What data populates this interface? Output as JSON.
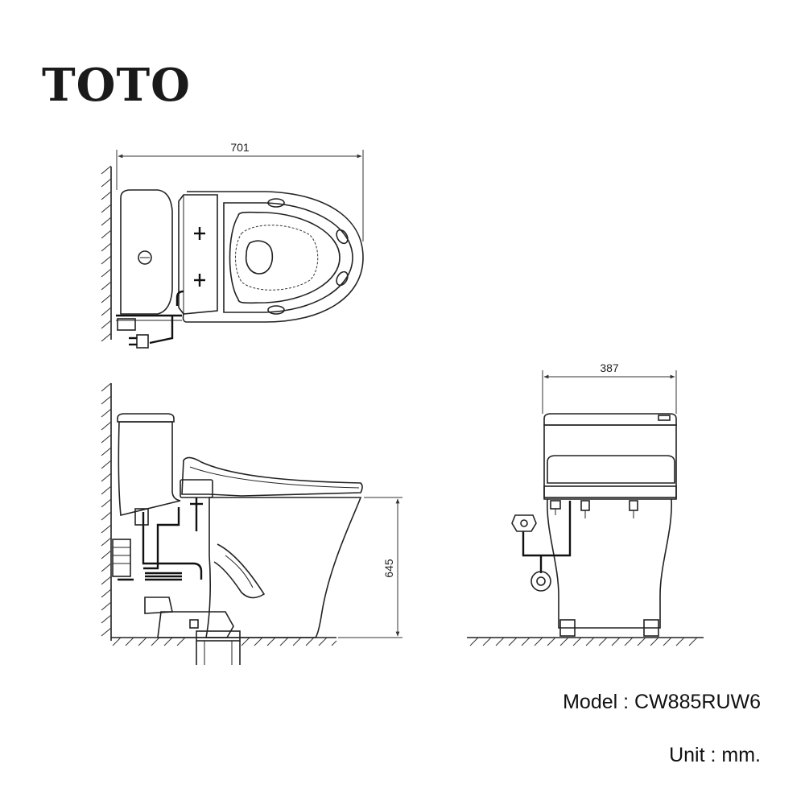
{
  "brand": {
    "name": "TOTO"
  },
  "dimensions": {
    "top_view_length": "701",
    "side_view_height": "645",
    "front_view_width": "387"
  },
  "footer": {
    "model_line": "Model : CW885RUW6",
    "unit_line": "Unit : mm."
  }
}
